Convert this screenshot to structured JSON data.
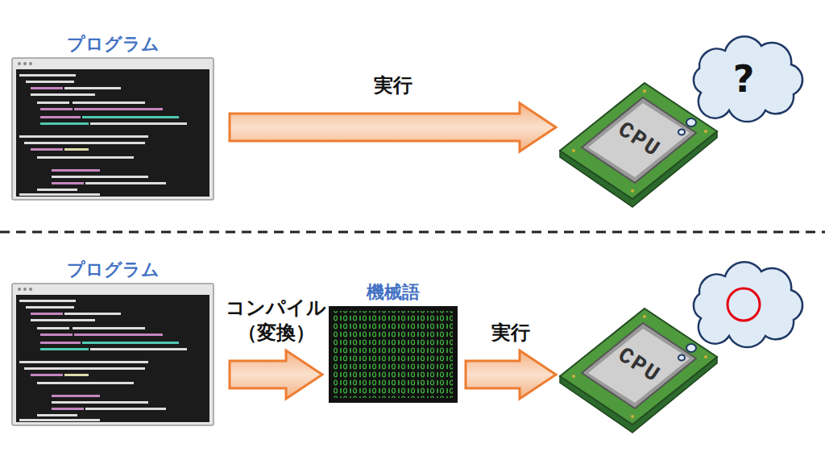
{
  "diagram": {
    "nodes": [
      {
        "text": [
          "プログラム"
        ]
      },
      {
        "text": [
          "CPU"
        ]
      },
      {
        "text": [
          "?"
        ]
      },
      {
        "text": [
          "プログラム"
        ]
      },
      {
        "text": [
          "機械語"
        ]
      },
      {
        "text": [
          "CPU"
        ]
      }
    ],
    "edges": [
      {
        "from": 0,
        "to": 1,
        "arrow": "to",
        "label": "実行"
      },
      {
        "from": 3,
        "to": 4,
        "arrow": "to",
        "label": "コンパイル （変換）"
      },
      {
        "from": 4,
        "to": 5,
        "arrow": "to",
        "label": "実行"
      }
    ]
  }
}
